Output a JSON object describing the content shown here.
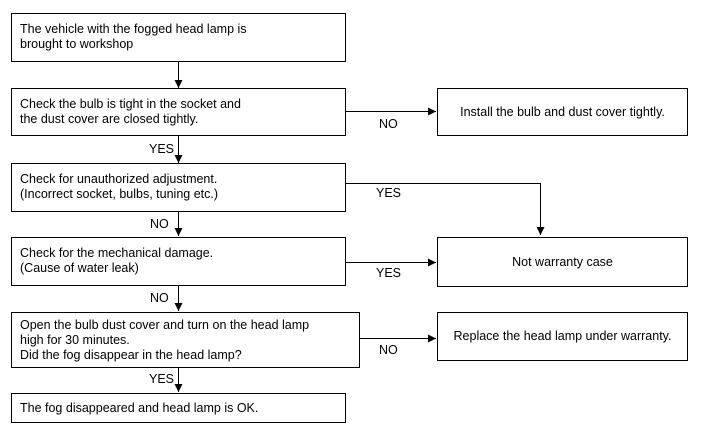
{
  "flowchart": {
    "start": {
      "lines": [
        "The vehicle with the fogged head lamp is",
        "brought to workshop"
      ]
    },
    "check_bulb": {
      "lines": [
        "Check the bulb is tight in the socket and",
        "the dust cover are closed tightly."
      ]
    },
    "install_bulb": {
      "text": "Install the bulb and dust cover tightly."
    },
    "check_adjustment": {
      "lines": [
        "Check for unauthorized adjustment.",
        "(Incorrect socket, bulbs, tuning etc.)"
      ]
    },
    "check_damage": {
      "lines": [
        "Check for the mechanical damage.",
        "(Cause of water leak)"
      ]
    },
    "not_warranty": {
      "text": "Not warranty case"
    },
    "open_cover": {
      "lines": [
        "Open the bulb dust cover and turn on the head lamp",
        "high for 30 minutes.",
        "Did the fog disappear in the head lamp?"
      ]
    },
    "replace_lamp": {
      "text": "Replace the head lamp under warranty."
    },
    "end": {
      "text": "The fog disappeared and head lamp is OK."
    },
    "labels": {
      "bulb_no": "NO",
      "bulb_yes": "YES",
      "adjust_yes": "YES",
      "adjust_no": "NO",
      "damage_yes": "YES",
      "damage_no": "NO",
      "fog_no": "NO",
      "fog_yes": "YES"
    }
  }
}
